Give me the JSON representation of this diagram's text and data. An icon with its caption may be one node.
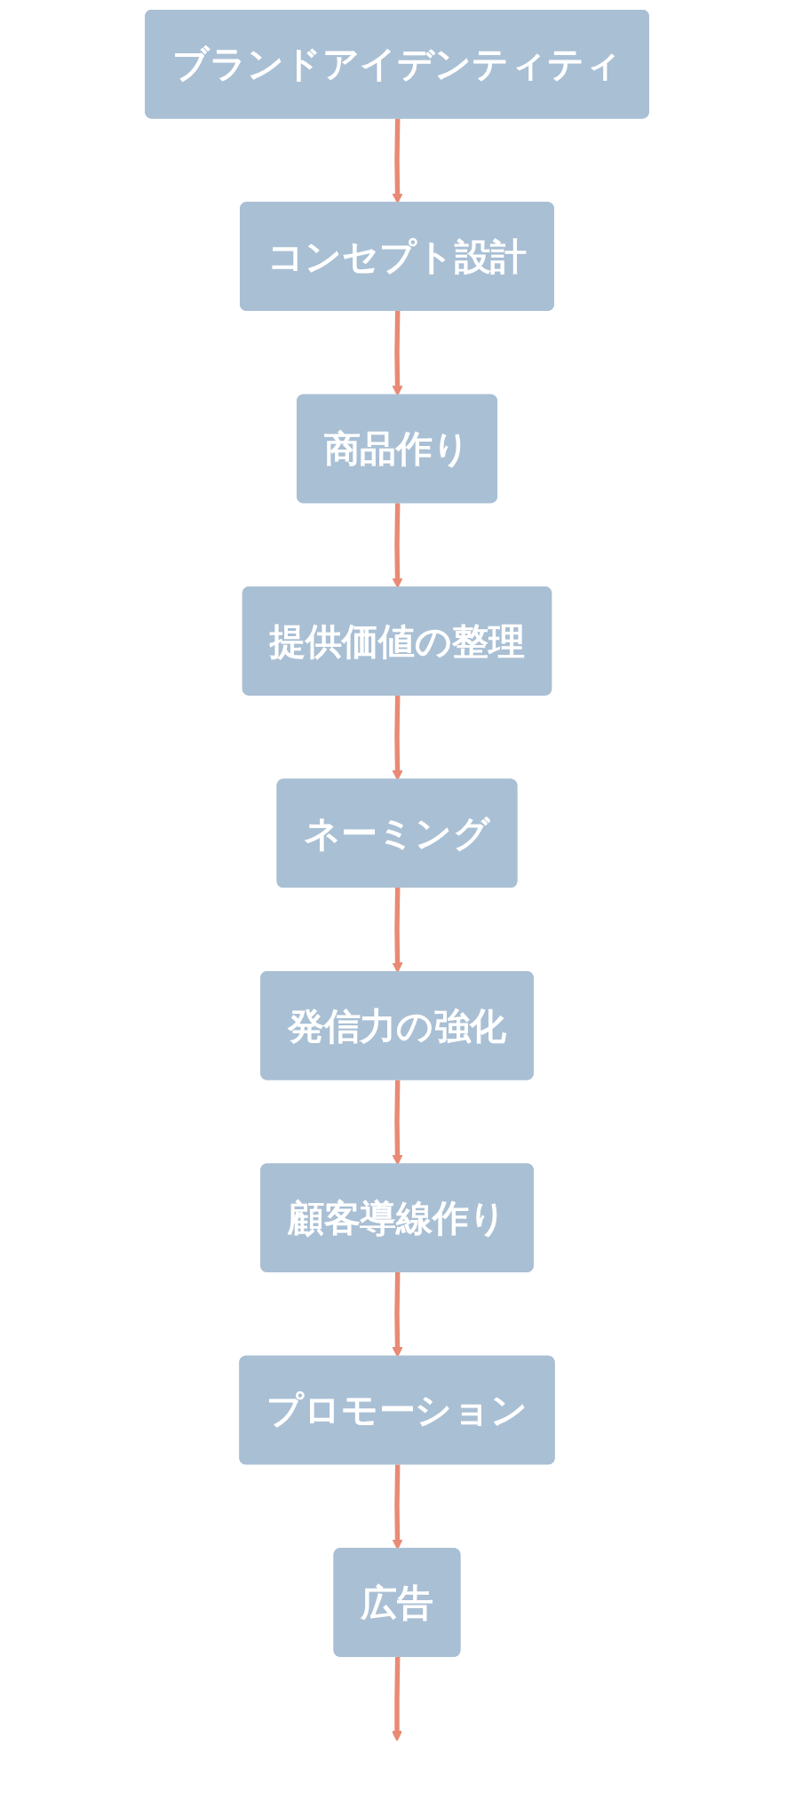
{
  "diagram": {
    "nodes": [
      {
        "text": [
          "ブランドアイデンティティ"
        ]
      },
      {
        "text": [
          "コンセプト設計"
        ]
      },
      {
        "text": [
          "商品作り"
        ]
      },
      {
        "text": [
          "提供価値の整理"
        ]
      },
      {
        "text": [
          "ネーミング"
        ]
      },
      {
        "text": [
          "発信力の強化"
        ]
      },
      {
        "text": [
          "顧客導線作り"
        ]
      },
      {
        "text": [
          "プロモーション"
        ]
      },
      {
        "text": [
          "広告"
        ]
      }
    ],
    "edges": [
      {
        "from": 0,
        "to": 1,
        "arrow": "to"
      },
      {
        "from": 1,
        "to": 2,
        "arrow": "to"
      },
      {
        "from": 2,
        "to": 3,
        "arrow": "to"
      },
      {
        "from": 3,
        "to": 4,
        "arrow": "to"
      },
      {
        "from": 4,
        "to": 5,
        "arrow": "to"
      },
      {
        "from": 5,
        "to": 6,
        "arrow": "to"
      },
      {
        "from": 6,
        "to": 7,
        "arrow": "to"
      },
      {
        "from": 7,
        "to": 8,
        "arrow": "to"
      },
      {
        "from": 8,
        "to": null,
        "arrow": "to"
      }
    ]
  }
}
